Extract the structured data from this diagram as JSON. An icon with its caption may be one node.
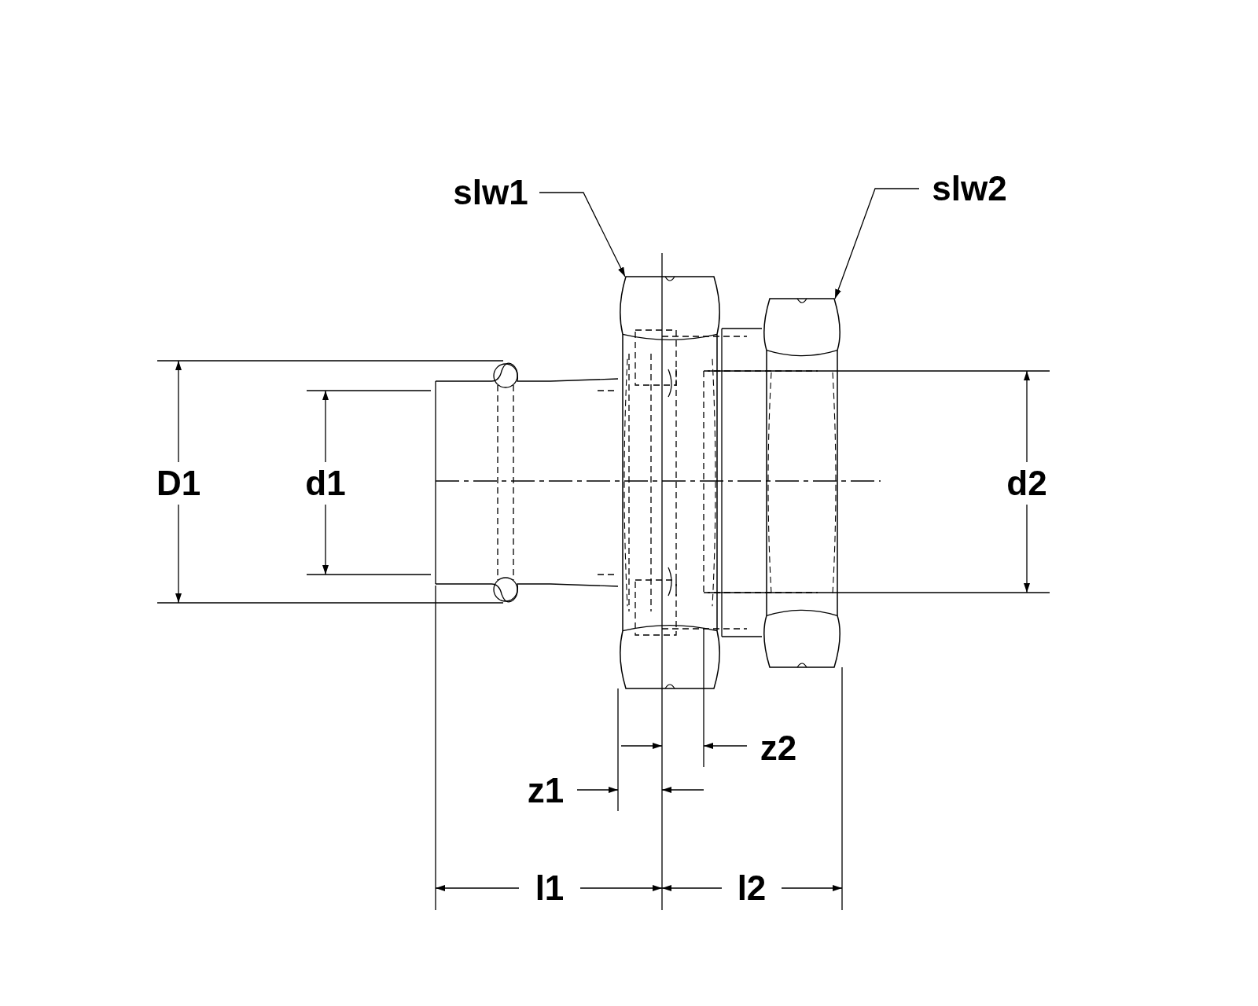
{
  "diagram": {
    "nodes": [
      {
        "text": [
          "slw1"
        ]
      },
      {
        "text": [],
        "shape": "picture"
      },
      {
        "text": [
          "slw2"
        ]
      },
      {
        "text": [],
        "shape": "picture"
      }
    ],
    "edges": [
      {
        "from": 0,
        "to": 1,
        "arrow": "to"
      },
      {
        "from": 2,
        "to": 3,
        "arrow": "to"
      }
    ],
    "labels": [
      "D1",
      "d1",
      "d2",
      "z2",
      "z1",
      "l1",
      "l2"
    ]
  }
}
